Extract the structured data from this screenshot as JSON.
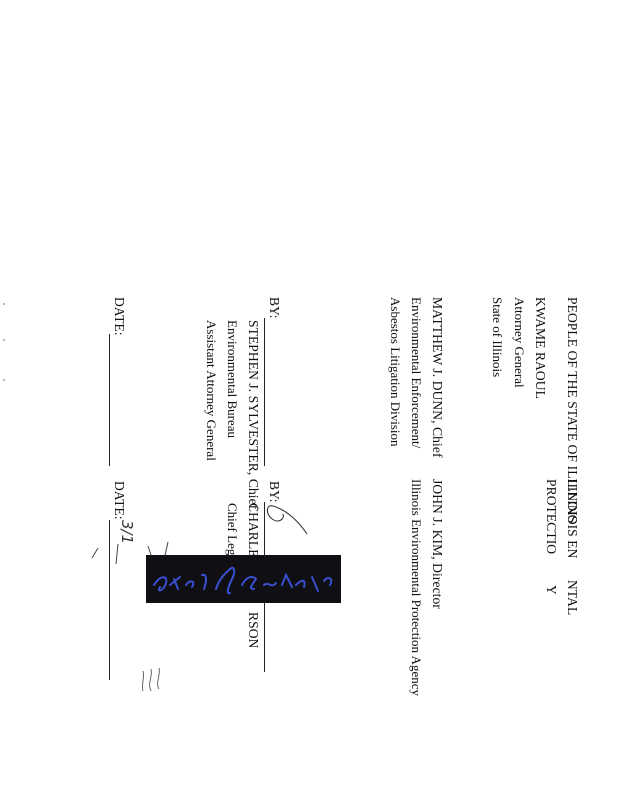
{
  "left_column": {
    "heading": "PEOPLE OF THE STATE OF ILLINOIS",
    "ag_name": "KWAME RAOUL",
    "ag_title": "Attorney General",
    "ag_state": "State of Illinois",
    "chief_name": "MATTHEW J. DUNN, Chief",
    "chief_div1": "Environmental Enforcement/",
    "chief_div2": "Asbestos Litigation Division",
    "by_label": "BY:",
    "signer_name": "STEPHEN J. SYLVESTER, Chief",
    "signer_bureau": "Environmental Bureau",
    "signer_title": "Assistant Attorney General",
    "date_label": "DATE:"
  },
  "right_column": {
    "heading_line1_a": "ILLINOIS EN",
    "heading_line1_b": "NTAL",
    "heading_line2_a": "PROTECTIO",
    "heading_line2_b": "Y",
    "director_name": "JOHN J. KIM, Director",
    "director_agency": "Illinois Environmental Protection Agency",
    "by_label": "BY:",
    "signer_name_a": "CHARLES",
    "signer_name_b": "RSON",
    "signer_title": "Chief Legal",
    "date_label": "DATE:",
    "date_handwritten": "3/1"
  },
  "signature": {
    "text": "Steve J. Sylvester",
    "ink_color": "#3a4fd0",
    "background_color": "#101014"
  }
}
